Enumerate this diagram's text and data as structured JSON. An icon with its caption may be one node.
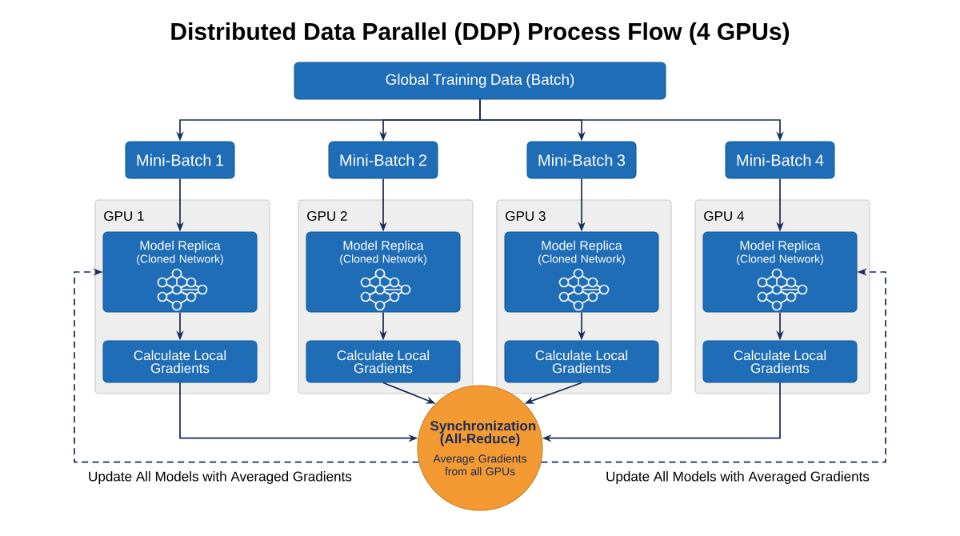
{
  "diagram": {
    "title": "Distributed Data Parallel (DDP) Process Flow (4 GPUs)",
    "nodes": [
      {
        "text": [
          "Global Training Data (Batch)"
        ]
      },
      {
        "text": [
          "Mini-Batch 1"
        ]
      },
      {
        "text": [
          "Mini-Batch 2"
        ]
      },
      {
        "text": [
          "Mini-Batch 3"
        ]
      },
      {
        "text": [
          "Mini-Batch 4"
        ]
      },
      {
        "text": [
          "GPU 1"
        ]
      },
      {
        "text": [
          "Model Replica",
          "(Cloned Network)"
        ],
        "in": 5
      },
      {
        "text": [
          "Calculate Local Gradients"
        ],
        "in": 5
      },
      {
        "text": [
          "GPU 2"
        ]
      },
      {
        "text": [
          "Model Replica",
          "(Cloned Network)"
        ],
        "in": 8
      },
      {
        "text": [
          "Calculate Local Gradients"
        ],
        "in": 8
      },
      {
        "text": [
          "GPU 3"
        ]
      },
      {
        "text": [
          "Model Replica",
          "(Cloned Network)"
        ],
        "in": 11
      },
      {
        "text": [
          "Calculate Local Gradients"
        ],
        "in": 11
      },
      {
        "text": [
          "GPU 4"
        ]
      },
      {
        "text": [
          "Model Replica",
          "(Cloned Network)"
        ],
        "in": 14
      },
      {
        "text": [
          "Calculate Local Gradients"
        ],
        "in": 14
      },
      {
        "text": [
          "Synchronization (All-Reduce)",
          "Average Gradients from all GPUs"
        ]
      }
    ],
    "edges": [
      {
        "from": 0,
        "to": 1,
        "arrow": "to"
      },
      {
        "from": 0,
        "to": 2,
        "arrow": "to"
      },
      {
        "from": 0,
        "to": 3,
        "arrow": "to"
      },
      {
        "from": 0,
        "to": 4,
        "arrow": "to"
      },
      {
        "from": 1,
        "to": 6,
        "arrow": "to"
      },
      {
        "from": 2,
        "to": 9,
        "arrow": "to"
      },
      {
        "from": 3,
        "to": 12,
        "arrow": "to"
      },
      {
        "from": 4,
        "to": 15,
        "arrow": "to"
      },
      {
        "from": 6,
        "to": 7,
        "arrow": "to"
      },
      {
        "from": 9,
        "to": 10,
        "arrow": "to"
      },
      {
        "from": 12,
        "to": 13,
        "arrow": "to"
      },
      {
        "from": 15,
        "to": 16,
        "arrow": "to"
      },
      {
        "from": 7,
        "to": 17,
        "arrow": "to"
      },
      {
        "from": 10,
        "to": 17,
        "arrow": "to"
      },
      {
        "from": 13,
        "to": 17,
        "arrow": "to"
      },
      {
        "from": 16,
        "to": 17,
        "arrow": "to"
      },
      {
        "from": 17,
        "to": 6,
        "arrow": "to",
        "style": "dashed",
        "label": "Update All Models with Averaged Gradients"
      },
      {
        "from": 17,
        "to": 15,
        "arrow": "to",
        "style": "dashed",
        "label": "Update All Models with Averaged Gradients"
      }
    ]
  }
}
